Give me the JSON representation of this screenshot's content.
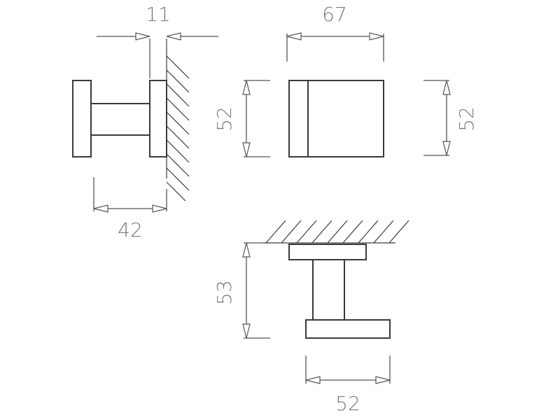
{
  "dimensions": {
    "side_view_wall_gap": "11",
    "side_view_depth": "42",
    "front_view_width": "67",
    "front_view_height_left": "52",
    "front_view_height_right": "52",
    "bottom_view_projection": "53",
    "bottom_view_width": "52"
  },
  "colors": {
    "line": "#3a3a3a",
    "dimension_text": "#7a7a7a",
    "background": "#ffffff"
  }
}
